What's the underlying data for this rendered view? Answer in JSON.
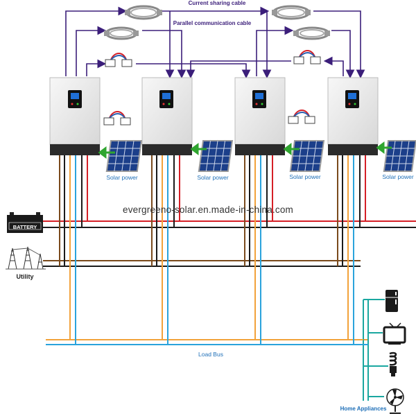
{
  "labels": {
    "current_sharing_cable": "Current sharing cable",
    "parallel_communication_cable": "Parallel communication cable",
    "solar_power": "Solar power",
    "battery": "BATTERY",
    "utility": "Utility",
    "load_bus": "Load Bus",
    "home_appliances": "Home Appliances",
    "watermark": "evergreeno-solar.en.made-in-china.com"
  },
  "colors": {
    "cable_purple": "#3b1e7a",
    "battery_red": "#d51f26",
    "wire_black": "#1a1a1a",
    "utility_brown": "#7a4a1c",
    "load_blue": "#2aa3dc",
    "load_orange": "#f2a23a",
    "appliance_teal": "#1aa7a0",
    "arrow_green": "#2fa52f",
    "label_blue": "#1e6fb8",
    "inverter_body": "#e8e8e8",
    "inverter_base": "#2b2b2b"
  },
  "icons": [
    "cable-coil-icon",
    "splitter-connector-icon",
    "solar-panel-icon",
    "battery-icon",
    "utility-tower-icon",
    "refrigerator-icon",
    "tv-icon",
    "bulb-icon",
    "fan-icon"
  ]
}
